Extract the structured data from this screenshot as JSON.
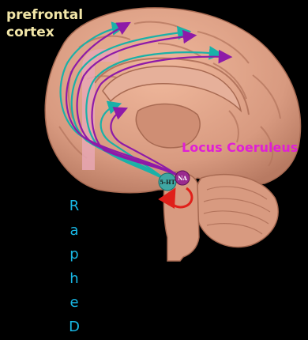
{
  "labels": {
    "cortex_line1": "prefrontal",
    "cortex_line2": "cortex",
    "locus_coeruleus": "Locus Coeruleus",
    "raphe_letters": [
      "R",
      "a",
      "p",
      "h",
      "e",
      "D"
    ]
  },
  "nodes": {
    "serotonin": "5-HT",
    "noradrenaline": "NA"
  },
  "colors": {
    "background": "#000000",
    "brain": "#d89a80",
    "serotonin_path": "#1ab1a8",
    "noradrenaline_path": "#8e1aa8",
    "locus_label": "#e01fd6",
    "raphe_label": "#18b8e6",
    "cortex_label": "#f2e6a8",
    "feedback_arrow": "#e0201a"
  }
}
